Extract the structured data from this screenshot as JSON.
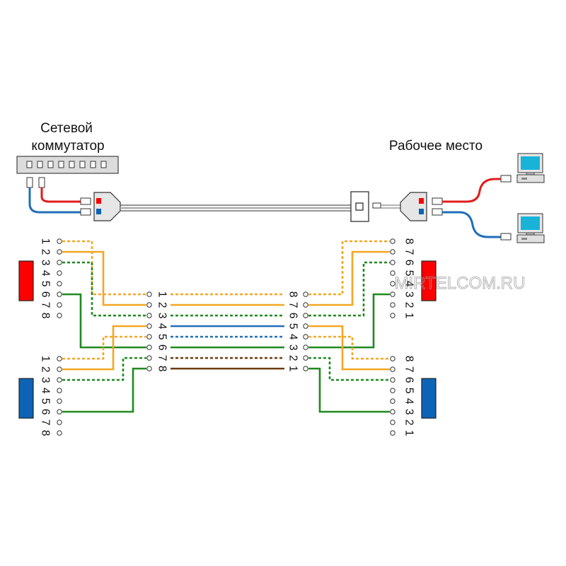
{
  "labels": {
    "switch": [
      "Сетевой",
      "коммутатор"
    ],
    "workplace": "Рабочее место",
    "watermark": "MIRTELCOM.RU"
  },
  "pin_digits": "12345678",
  "colors": {
    "orange": "#f5a623",
    "green": "#1f8a1f",
    "blue": "#1f6fb8",
    "brown": "#6b3a0f",
    "red": "#e21d1d",
    "port_red": "#ff0000",
    "port_blue": "#0d63b5",
    "cable_gray": "#8c8c8c"
  },
  "icons": [
    "network-switch-icon",
    "splitter-icon",
    "wall-socket-icon",
    "computer-icon"
  ]
}
